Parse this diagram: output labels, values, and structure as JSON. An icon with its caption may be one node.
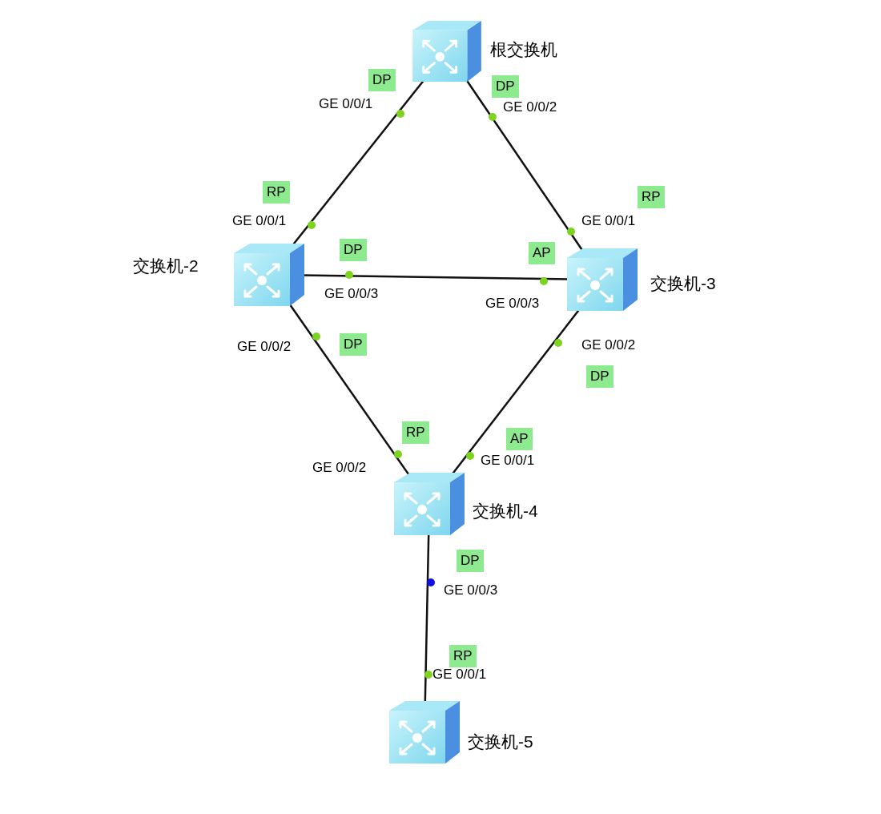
{
  "diagram": {
    "nodes": [
      {
        "text": [],
        "shape": "picture",
        "beside": [
          "根交换机"
        ]
      },
      {
        "text": [],
        "shape": "picture",
        "beside": [
          "交换机-2"
        ]
      },
      {
        "text": [],
        "shape": "picture",
        "beside": [
          "交换机-3"
        ]
      },
      {
        "text": [],
        "shape": "picture",
        "beside": [
          "交换机-4"
        ]
      },
      {
        "text": [],
        "shape": "picture",
        "beside": [
          "交换机-5"
        ]
      }
    ],
    "edges": [
      {
        "from": 0,
        "to": 1,
        "arrow": "none"
      },
      {
        "from": 0,
        "to": 2,
        "arrow": "none"
      },
      {
        "from": 1,
        "to": 2,
        "arrow": "none"
      },
      {
        "from": 1,
        "to": 3,
        "arrow": "none"
      },
      {
        "from": 2,
        "to": 3,
        "arrow": "none"
      },
      {
        "from": 3,
        "to": 4,
        "arrow": "none"
      }
    ],
    "labels": [
      "DP",
      "DP",
      "GE 0/0/1",
      "GE 0/0/2",
      "RP",
      "RP",
      "GE 0/0/1",
      "GE 0/0/1",
      "DP",
      "AP",
      "GE 0/0/3",
      "GE 0/0/3",
      "GE 0/0/2",
      "DP",
      "GE 0/0/2",
      "DP",
      "RP",
      "AP",
      "GE 0/0/1",
      "GE 0/0/2",
      "DP",
      "GE 0/0/3",
      "RP",
      "GE 0/0/1"
    ]
  }
}
